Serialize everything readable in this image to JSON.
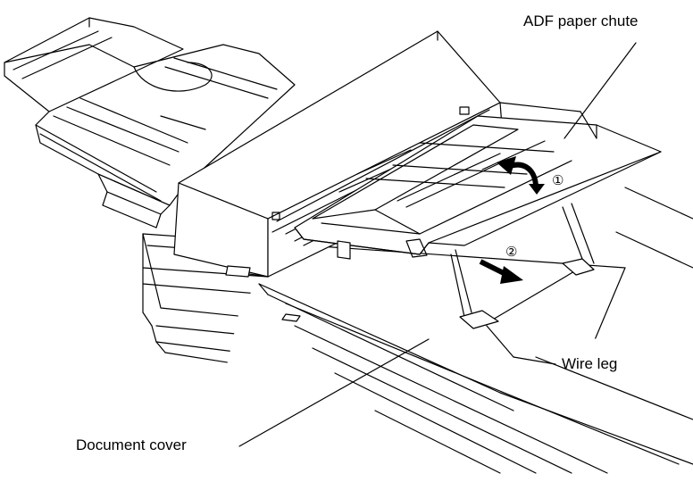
{
  "callouts": {
    "adf_paper_chute": "ADF paper chute",
    "wire_leg": "Wire leg",
    "document_cover": "Document cover"
  },
  "steps": {
    "step_1": "①",
    "step_2": "②"
  },
  "colors": {
    "line": "#000000",
    "background": "#ffffff"
  }
}
